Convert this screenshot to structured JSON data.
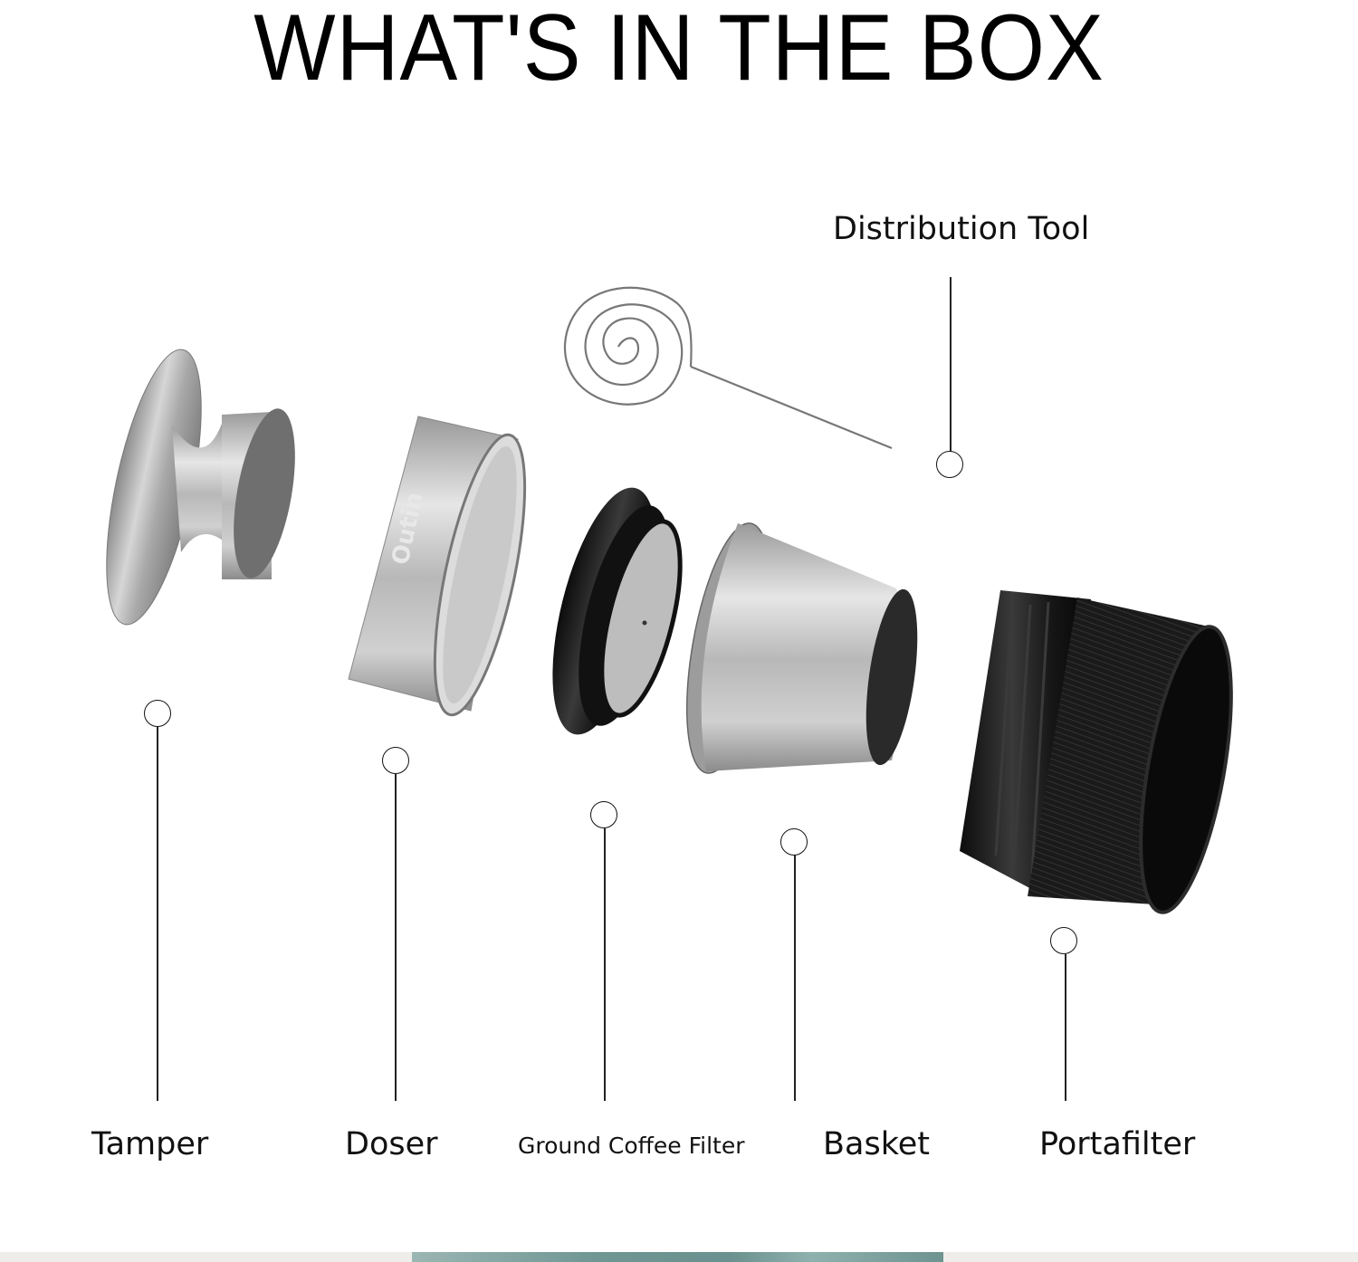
{
  "title": "WHAT'S IN THE BOX",
  "brand_mark": "Outin",
  "items": [
    {
      "id": "distribution-tool",
      "label": "Distribution Tool"
    },
    {
      "id": "tamper",
      "label": "Tamper"
    },
    {
      "id": "doser",
      "label": "Doser"
    },
    {
      "id": "ground-coffee-filter",
      "label": "Ground Coffee Filter"
    },
    {
      "id": "basket",
      "label": "Basket"
    },
    {
      "id": "portafilter",
      "label": "Portafilter"
    }
  ],
  "colors": {
    "background": "#ffffff",
    "text": "#111111",
    "steel": "#a8a8a8",
    "black_part": "#141414",
    "footer_teal": "#6f9693"
  }
}
